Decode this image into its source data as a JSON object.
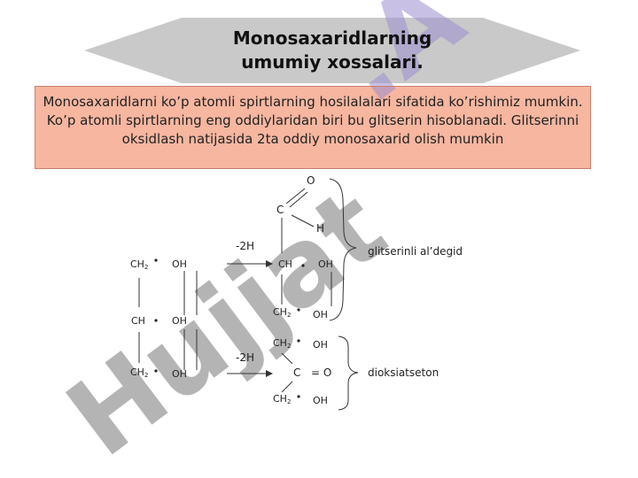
{
  "colors": {
    "banner_fill": "#c9c9c9",
    "desc_box_fill": "#f6b6a0",
    "watermark_letters": "#777777",
    "watermark_a": "#9b8ccf",
    "line_color": "#333333"
  },
  "title": "Monosaxaridlarning\numumiy xossalari.",
  "description": "Monosaxaridlarni ko’p atomli spirtlarning hosilalalari sifatida ko’rishimiz mumkin. Ko’p atomli spirtlarning eng oddiylaridan biri bu glitserin hisoblanadi. Glitserinni oksidlash natijasida 2ta oddiy monosaxarid olish mumkin",
  "watermark": {
    "text_main": "Hujjat",
    "text_suffix": ".A"
  },
  "glycerol": {
    "row1": {
      "group": "CH",
      "subscript": "2",
      "oh": "OH"
    },
    "row2": {
      "group": "CH",
      "oh": "OH"
    },
    "row3": {
      "group": "CH",
      "subscript": "2",
      "oh": "OH"
    }
  },
  "reaction1_label": "-2H",
  "reaction2_label": "-2H",
  "aldehyde": {
    "o": "O",
    "c": "C",
    "h": "H",
    "row2": {
      "group": "CH",
      "oh": "OH"
    },
    "row3": {
      "group": "CH",
      "subscript": "2",
      "oh": "OH"
    },
    "name": "glitserinli al’degid"
  },
  "ketone": {
    "row1": {
      "group": "CH",
      "subscript": "2",
      "oh": "OH"
    },
    "row2": {
      "group": "C",
      "oh": "= O"
    },
    "row3": {
      "group": "CH",
      "subscript": "2",
      "oh": "OH"
    },
    "name": "dioksiatseton"
  }
}
